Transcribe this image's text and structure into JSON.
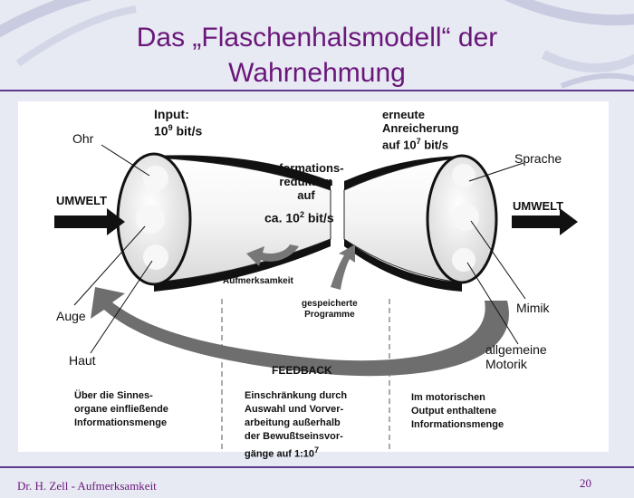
{
  "slide": {
    "title_line1": "Das „Flaschenhalsmodell“ der",
    "title_line2": "Wahrnehmung",
    "footer_left": "Dr. H. Zell - Aufmerksamkeit",
    "page_number": "20"
  },
  "diagram": {
    "input_label": "Input:",
    "input_rate_base": "10",
    "input_rate_exp": "9",
    "input_rate_unit": "bit/s",
    "reduction_line1": "Informations-",
    "reduction_line2": "reduktion",
    "reduction_line3": "auf",
    "reduction_rate_prefix": "ca. 10",
    "reduction_rate_exp": "2",
    "reduction_rate_unit": "bit/s",
    "enrichment_line1": "erneute",
    "enrichment_line2": "Anreicherung",
    "enrichment_rate_prefix": "auf 10",
    "enrichment_rate_exp": "7",
    "enrichment_rate_unit": "bit/s",
    "umwelt_left": "UMWELT",
    "umwelt_right": "UMWELT",
    "ohr": "Ohr",
    "auge": "Auge",
    "haut": "Haut",
    "sprache": "Sprache",
    "mimik": "Mimik",
    "motorik_line1": "allgemeine",
    "motorik_line2": "Motorik",
    "aufmerksamkeit": "Aufmerksamkeit",
    "programme_line1": "gespeicherte",
    "programme_line2": "Programme",
    "feedback": "FEEDBACK",
    "col1_line1": "Über die Sinnes-",
    "col1_line2": "organe einfließende",
    "col1_line3": "Informationsmenge",
    "col2_line1": "Einschränkung durch",
    "col2_line2": "Auswahl und Vorver-",
    "col2_line3": "arbeitung außerhalb",
    "col2_line4": "der Bewußtseinsvor-",
    "col2_line5_prefix": "gänge auf 1:10",
    "col2_line5_exp": "7",
    "col3_line1": "Im motorischen",
    "col3_line2": "Output enthaltene",
    "col3_line3": "Informationsmenge"
  },
  "colors": {
    "title": "#6a177a",
    "rule": "#5b3c8f",
    "background": "#e7e9f3",
    "ink": "#111111",
    "feedback_arrow": "#6e6e6e"
  }
}
